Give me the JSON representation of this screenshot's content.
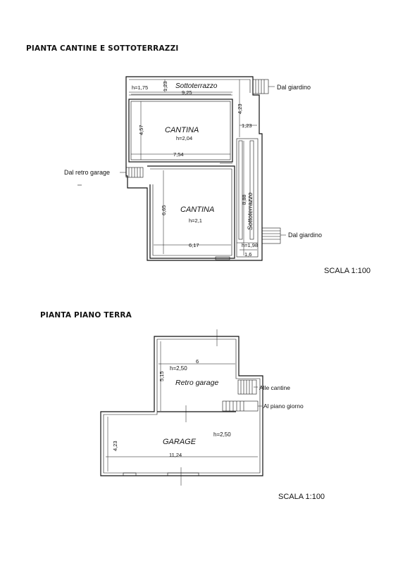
{
  "plan_upper": {
    "heading": "PIANTA CANTINE E SOTTOTERRAZZI",
    "scale": "SCALA 1:100",
    "rooms": {
      "sottoterrazzo_top": "Sottoterrazzo",
      "cantina_1": "CANTINA",
      "cantina_1_h": "h=2,04",
      "cantina_2": "CANTINA",
      "cantina_2_h": "h=2,1",
      "sottoterrazzo_side": "Sottoterrazzo"
    },
    "dims": {
      "h_175": "h=1,75",
      "d_123_a": "1,23",
      "d_925": "9,25",
      "d_423": "4,23",
      "d_123_b": "1,23",
      "d_457": "4,57",
      "d_754": "7,54",
      "d_665": "6,65",
      "d_888": "8,88",
      "d_617": "6,17",
      "h_198": "h=1,98",
      "d_16": "1,6"
    },
    "annotations": {
      "dal_giardino_1": "Dal giardino",
      "dal_retro_garage": "Dal retro garage",
      "dal_giardino_2": "Dal giardino"
    }
  },
  "plan_ground": {
    "heading": "PIANTA PIANO TERRA",
    "scale": "SCALA 1:100",
    "rooms": {
      "retro_garage": "Retro garage",
      "garage": "GARAGE"
    },
    "dims": {
      "d_6": "6",
      "h_250_a": "h=2,50",
      "d_515": "5,15",
      "h_250_b": "h=2,50",
      "d_423": "4,23",
      "d_1124": "11,24"
    },
    "annotations": {
      "alle_cantine": "Alle cantine",
      "al_piano_giorno": "Al piano giorno"
    }
  }
}
